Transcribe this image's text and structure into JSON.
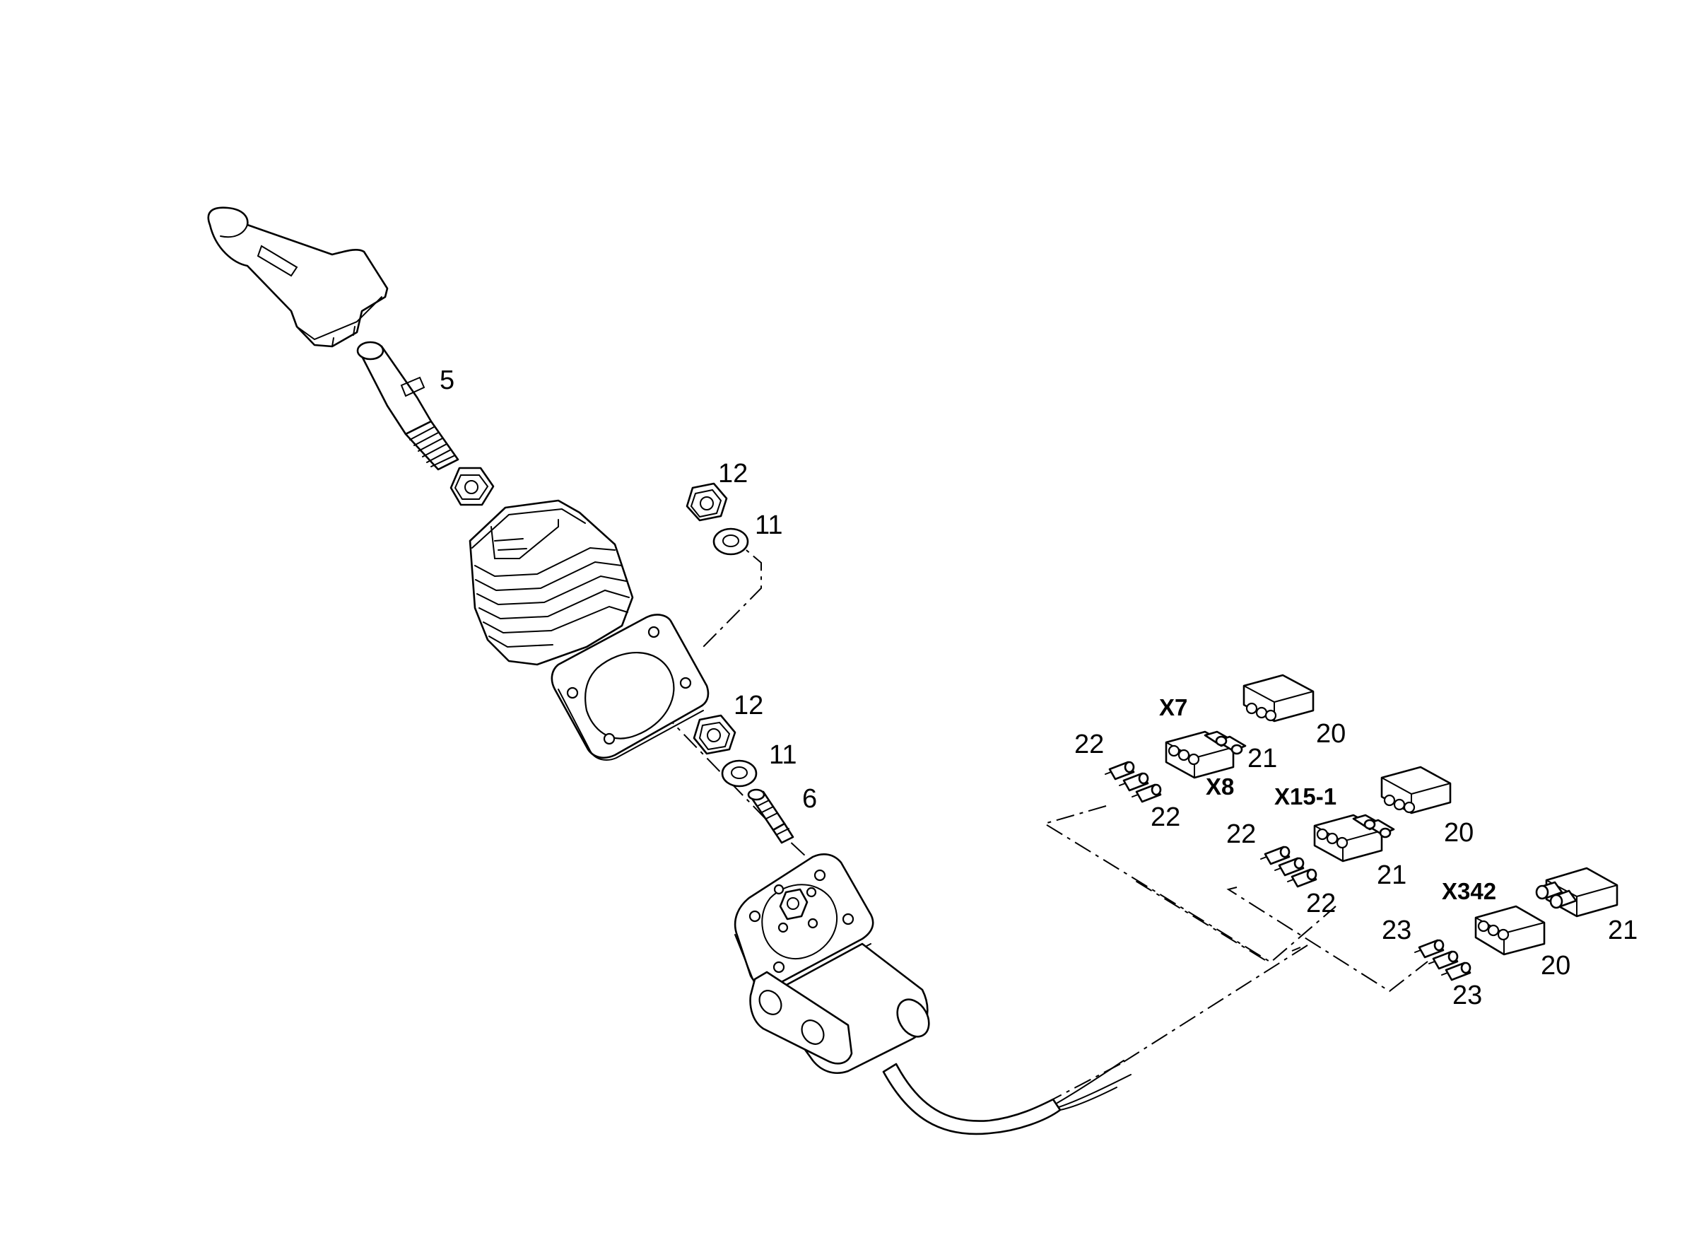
{
  "callouts": {
    "c5": "5",
    "c12a": "12",
    "c11a": "11",
    "c12b": "12",
    "c11b": "11",
    "c6": "6",
    "c20a": "20",
    "c21a": "21",
    "c22a": "22",
    "c22b": "22",
    "c20b": "20",
    "c21b": "21",
    "c22c": "22",
    "c22d": "22",
    "c21c": "21",
    "c20c": "20",
    "c23a": "23",
    "c23b": "23"
  },
  "connectors": {
    "x7": "X7",
    "x8": "X8",
    "x15_1": "X15-1",
    "x342": "X342"
  },
  "colors": {
    "line": "#000000",
    "background": "#ffffff"
  }
}
